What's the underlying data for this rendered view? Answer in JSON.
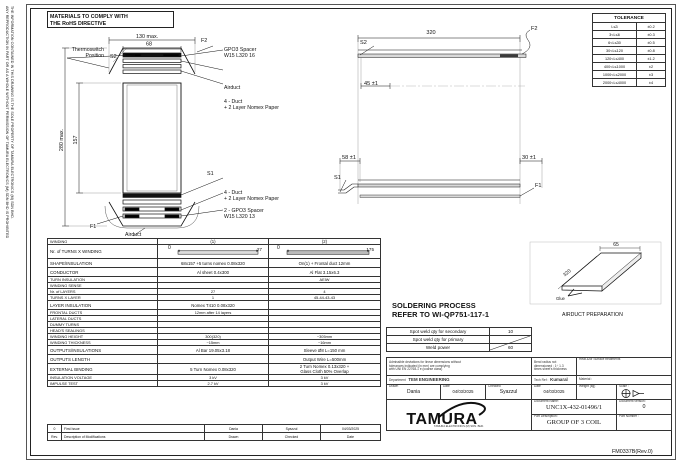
{
  "sheet": {
    "legal_notice": "THE INFORMATION CONTAINED IN THIS DRAWING IS THE SOLE PROPERTY OF TAMURA ELECTRONICS (M) SDN BHD.\nANY REPRODUCTION IN PART OR AS A WHOLE WITHOUT PERMISSION OF TAMURA ELECTRONICS (M) SDN BHD IS PROHIBITED",
    "footer_code": "FM0337B(Rev.0)"
  },
  "notes": {
    "rohs": "MATERIALS TO COMPLY WITH\nTHE RoHS DIRECTIVE",
    "soldering_title": "SOLDERING PROCESS\nREFER TO WI-QP751-117-1",
    "airduct_caption": "AIRDUCT PREPARATION"
  },
  "tolerance": {
    "title": "TOLERANCE",
    "rows": [
      {
        "range": "L≤3",
        "tol": "±0.2"
      },
      {
        "range": "3<L≤6",
        "tol": "±0.3"
      },
      {
        "range": "6<L≤30",
        "tol": "±0.5"
      },
      {
        "range": "30<L≤120",
        "tol": "±0.8"
      },
      {
        "range": "120<L≤400",
        "tol": "±1.2"
      },
      {
        "range": "400<L≤1000",
        "tol": "±2"
      },
      {
        "range": "1000<L≤2000",
        "tol": "±3"
      },
      {
        "range": "2000<L≤4000",
        "tol": "±4"
      }
    ]
  },
  "views": {
    "left": {
      "labels": [
        "Thermoswitch\nPosition",
        "GPO3 Spacer\nW15 L320 16",
        "Airduct",
        "4 - Duct\n+ 2 Layer Nomex Paper",
        "4 - Duct\n+ 2 Layer Nomex Paper",
        "2 - GPO3 Spacer\nW15 L320 13",
        "Airduct"
      ],
      "dims": [
        "130 max.",
        "68",
        "280 max.",
        "157"
      ],
      "marks": [
        "F2",
        "S2",
        "S1",
        "F1"
      ]
    },
    "right": {
      "dims": [
        "320",
        "45 ±1",
        "58 ±1",
        "30 ±1"
      ],
      "marks": [
        "F2",
        "S2",
        "S1",
        "F1"
      ]
    },
    "airduct": {
      "dims": [
        "320",
        "65"
      ],
      "labels": [
        "Glue"
      ]
    }
  },
  "spec_table": {
    "col_headers": [
      "",
      "(1)",
      "(2)"
    ],
    "rows": [
      {
        "label": "WINDING",
        "c1": "(1)",
        "c2": "(2)"
      },
      {
        "label": "Nr. of TURNS X WINDING",
        "c1": "0                         27",
        "c2": "0                         175"
      },
      {
        "label": "SHAPE/INSULATION",
        "c1": "68x157 +5 turns nomex 0.08x320",
        "c2": "On(1) + Frontal duct 12mm"
      },
      {
        "label": "CONDUCTOR",
        "c1": "Al sheet 0.4x300",
        "c2": "Al Flat 3.15x6.3"
      },
      {
        "label": "TURN INSULATION",
        "c1": "",
        "c2": "AEIW"
      },
      {
        "label": "WINDING SENSE",
        "c1": "",
        "c2": ""
      },
      {
        "label": "Nr. of LAYERS",
        "c1": "27",
        "c2": "4"
      },
      {
        "label": "TURNS X LAYER",
        "c1": "1",
        "c2": "45-44-43-43"
      },
      {
        "label": "LAYER INSULATION",
        "c1": "Nomex T410 0.08x320",
        "c2": ""
      },
      {
        "label": "FRONTAL DUCTS",
        "c1": "12mm after 14 layers",
        "c2": ""
      },
      {
        "label": "LATERAL DUCTS",
        "c1": "",
        "c2": ""
      },
      {
        "label": "DUMMY TURNS",
        "c1": "",
        "c2": ""
      },
      {
        "label": "HEAD'S SEALINGS",
        "c1": "",
        "c2": ""
      },
      {
        "label": "WINDING HEIGHT",
        "c1": "300(320)",
        "c2": "~305mm"
      },
      {
        "label": "WINDING THICKNESS",
        "c1": "~15mm",
        "c2": "~16mm"
      },
      {
        "label": "OUTPUTS/INSULATIONS",
        "c1": "Al Bar 19.05x3.18",
        "c2": "Sleeve Ø8  L=150 mm"
      },
      {
        "label": "OUTPUTS LENGTH",
        "c1": "",
        "c2": "Output Wire L=500mm"
      },
      {
        "label": "EXTERNAL BINDING",
        "c1": "5 Turn Nomex 0.08x320",
        "c2": "2 Turn Nomex 0.13x320 +\nGlass Cloth 50% Overlap"
      },
      {
        "label": "INSULATION VOLTAGE",
        "c1": "3 kV",
        "c2": "3 kV"
      },
      {
        "label": "IMPULSE TEST",
        "c1": "2.7 kV",
        "c2": "3 kV"
      }
    ],
    "revision": {
      "rev_no": "0",
      "rev_desc": "First Issue",
      "headers": [
        "Rev.",
        "Description of Modifications",
        "Drawn",
        "Checked",
        "Date"
      ],
      "drawn": "Dania",
      "checked": "Syazzul",
      "date": "04/03/2025"
    }
  },
  "weld_table": {
    "rows": [
      {
        "label": "Spot weld qty for secondary",
        "value": "10"
      },
      {
        "label": "Spot weld qty for primary",
        "value": ""
      },
      {
        "label": "Weld power",
        "value": "60"
      }
    ]
  },
  "title_block": {
    "deviation_note": "Admissible deviations for linear dimensions without\ntolerances indicated (in mm) are complying\nwith UNI EN 22768-1 e (coarse class)",
    "bend_note": "Bend radius not\ndimensioned : 1÷ 1.3\ntimes sheet's thickness",
    "heat_note": "Heat &/or Surface treatments",
    "department_label": "Department",
    "department_value": "TEM ENGINEERING",
    "techref_label": "Tech Ref :",
    "techref_value": "Kumaral",
    "material_label": "Material :",
    "drawn_label": "Drawn",
    "drawn_value": "Dania",
    "drawn_date_label": "Date",
    "drawn_date_value": "04/03/2025",
    "checked_label": "Checked",
    "checked_value": "Syazzul",
    "checked_date_label": "Date",
    "checked_date_value": "04/03/2025",
    "weight_label": "Weight (kg)",
    "scale_label": "Scale :",
    "logo_text": "TAMURA",
    "logo_sub": "TAMURA ELECTRONICS (M) SDN. BHD.",
    "docname_label": "Document Name:",
    "docname_value": "UNC1X-432-01496/1",
    "docver_label": "Document version:",
    "docver_value": "0",
    "partdesc_label": "Part Description:",
    "partdesc_value": "GROUP OF 3 COIL",
    "partnum_label": "Part Number :"
  }
}
